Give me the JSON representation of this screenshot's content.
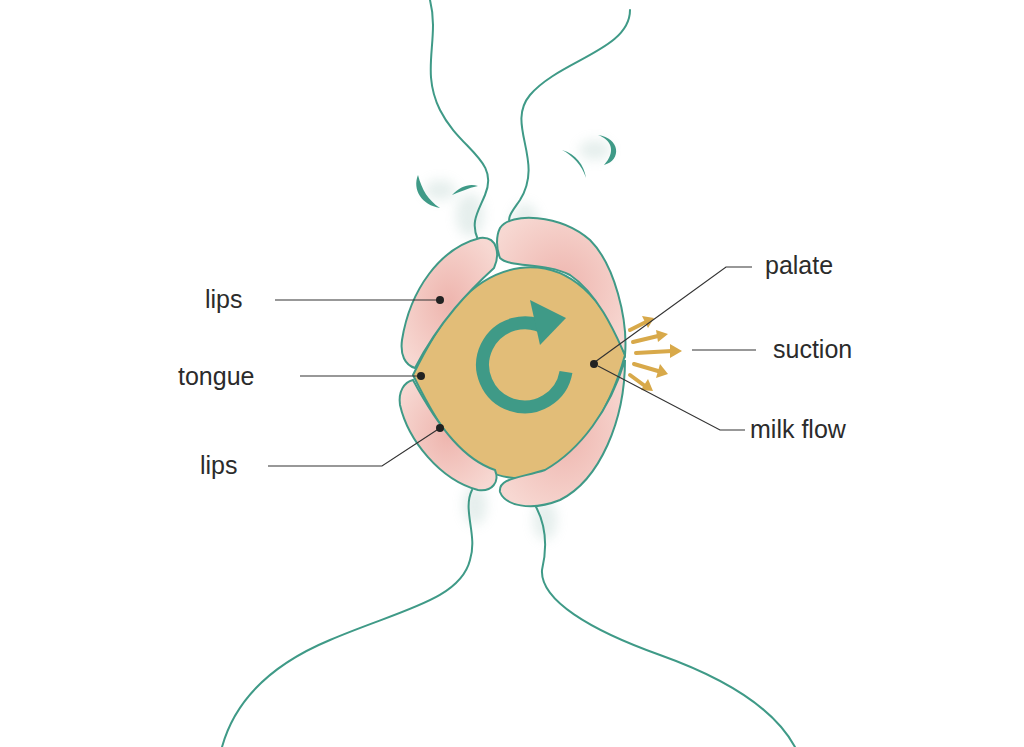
{
  "diagram": {
    "labels": [
      "lips",
      "tongue",
      "lips",
      "palate",
      "suction",
      "milk flow"
    ]
  }
}
